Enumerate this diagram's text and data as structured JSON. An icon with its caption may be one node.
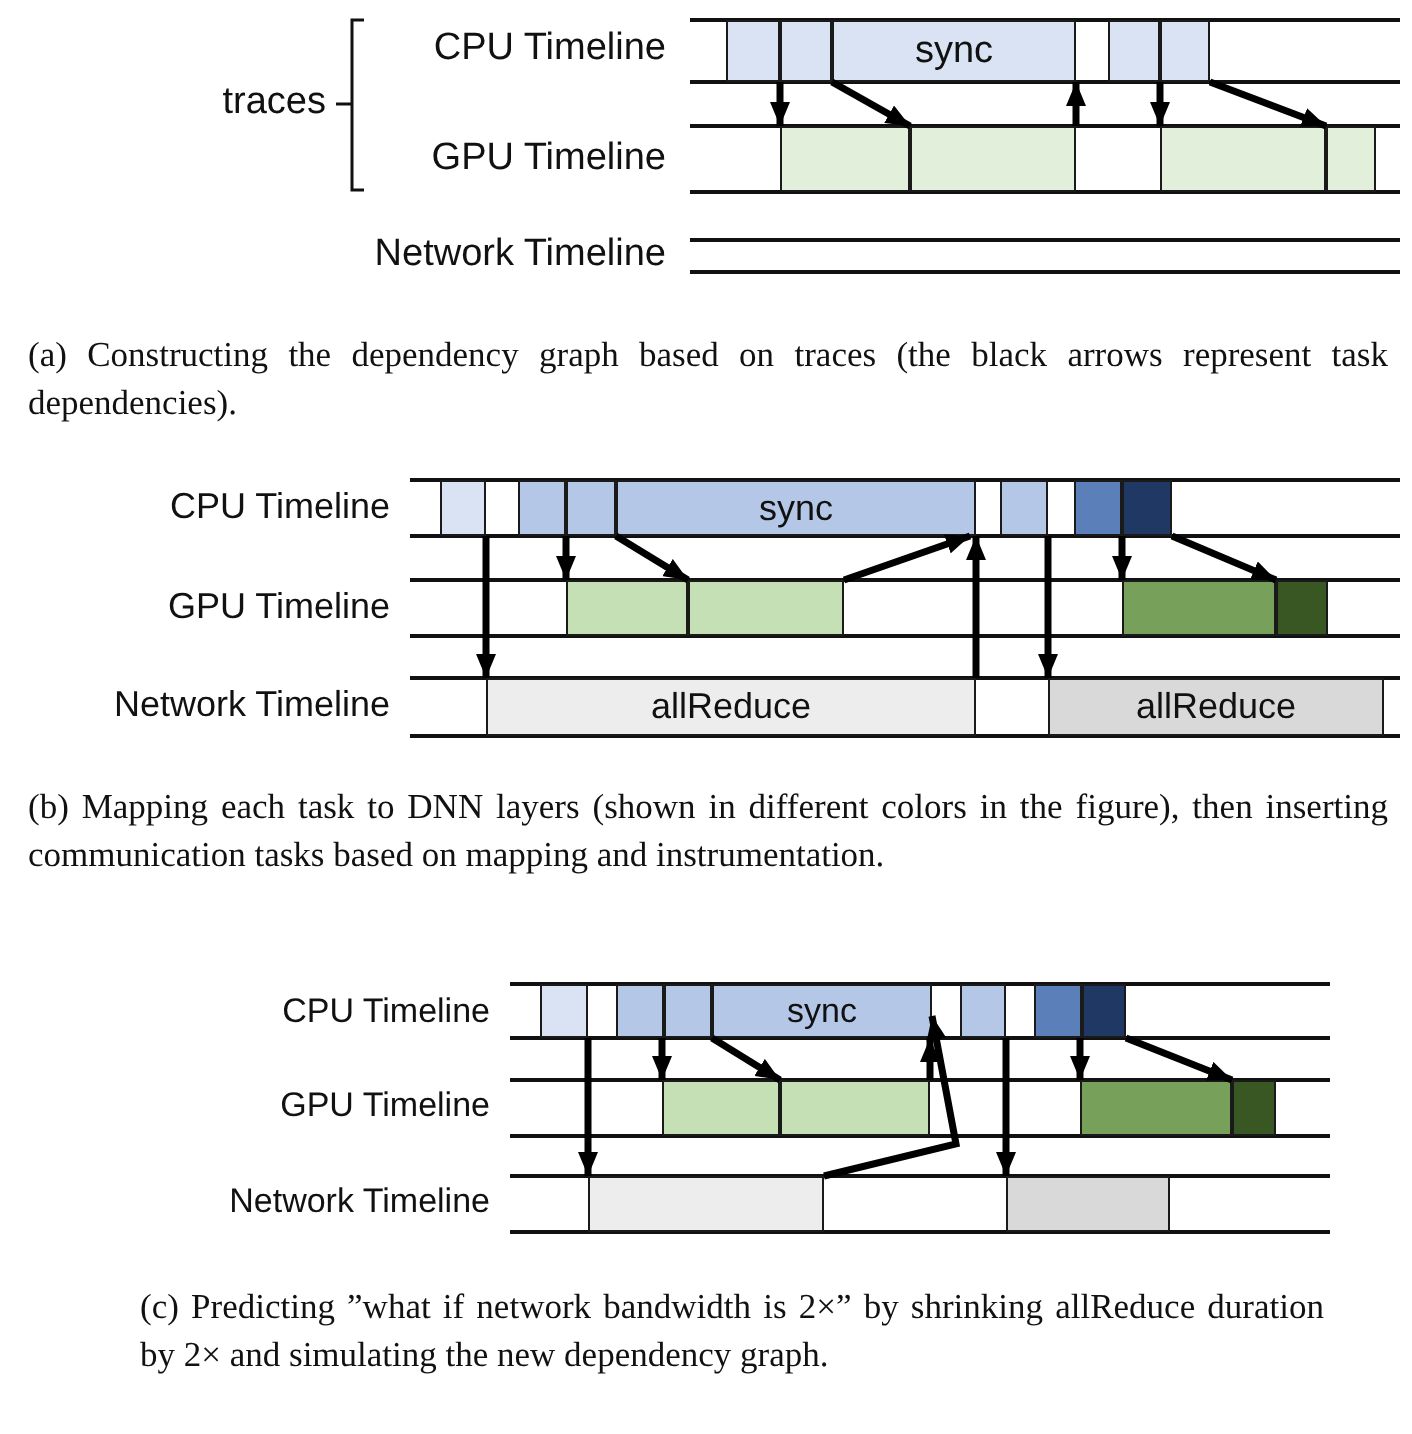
{
  "diagram": {
    "nodes": [
      {
        "text": [],
        "shape": "box"
      },
      {
        "text": [],
        "shape": "box"
      },
      {
        "text": [
          "sync"
        ]
      },
      {
        "text": [],
        "shape": "box"
      },
      {
        "text": [],
        "shape": "box"
      },
      {
        "text": [],
        "shape": "box"
      },
      {
        "text": [],
        "shape": "box"
      },
      {
        "text": [],
        "shape": "box"
      },
      {
        "text": [],
        "shape": "box"
      },
      {
        "text": [],
        "shape": "box"
      },
      {
        "text": [],
        "shape": "box"
      },
      {
        "text": [],
        "shape": "box"
      },
      {
        "text": [
          "sync"
        ]
      },
      {
        "text": [],
        "shape": "box"
      },
      {
        "text": [],
        "shape": "box"
      },
      {
        "text": [],
        "shape": "box"
      },
      {
        "text": [],
        "shape": "box"
      },
      {
        "text": [],
        "shape": "box"
      },
      {
        "text": [],
        "shape": "box"
      },
      {
        "text": [],
        "shape": "box"
      },
      {
        "text": [
          "allReduce"
        ]
      },
      {
        "text": [
          "allReduce"
        ]
      },
      {
        "text": [],
        "shape": "box"
      },
      {
        "text": [],
        "shape": "box"
      },
      {
        "text": [],
        "shape": "box"
      },
      {
        "text": [
          "sync"
        ]
      },
      {
        "text": [],
        "shape": "box"
      },
      {
        "text": [],
        "shape": "box"
      },
      {
        "text": [],
        "shape": "box"
      },
      {
        "text": [],
        "shape": "box"
      },
      {
        "text": [],
        "shape": "box"
      },
      {
        "text": [],
        "shape": "box"
      },
      {
        "text": [],
        "shape": "box"
      },
      {
        "text": [],
        "shape": "box"
      },
      {
        "text": [],
        "shape": "box"
      }
    ],
    "edges": [
      {
        "from": 0,
        "to": 5,
        "arrow": "to"
      },
      {
        "from": 1,
        "to": 6,
        "arrow": "to"
      },
      {
        "from": 6,
        "to": 2,
        "arrow": "to"
      },
      {
        "from": 3,
        "to": 7,
        "arrow": "to"
      },
      {
        "from": 4,
        "to": 8,
        "arrow": "to"
      },
      {
        "from": 9,
        "to": 20,
        "arrow": "to"
      },
      {
        "from": 10,
        "to": 16,
        "arrow": "to"
      },
      {
        "from": 11,
        "to": 17,
        "arrow": "to"
      },
      {
        "from": 17,
        "to": 12,
        "arrow": "to"
      },
      {
        "from": 20,
        "to": 12,
        "arrow": "to"
      },
      {
        "from": 13,
        "to": 21,
        "arrow": "to"
      },
      {
        "from": 14,
        "to": 18,
        "arrow": "to"
      },
      {
        "from": 15,
        "to": 19,
        "arrow": "to"
      },
      {
        "from": 22,
        "to": 33,
        "arrow": "to"
      },
      {
        "from": 23,
        "to": 29,
        "arrow": "to"
      },
      {
        "from": 24,
        "to": 30,
        "arrow": "to"
      },
      {
        "from": 33,
        "to": 25,
        "arrow": "to"
      },
      {
        "from": 30,
        "to": 25,
        "arrow": "to"
      },
      {
        "from": 26,
        "to": 34,
        "arrow": "to"
      },
      {
        "from": 27,
        "to": 31,
        "arrow": "to"
      },
      {
        "from": 28,
        "to": 32,
        "arrow": "to"
      }
    ],
    "labels": [
      "CPU Timeline",
      "traces",
      "GPU Timeline",
      "Network Timeline",
      "(a) Constructing the dependency graph based on traces (the black arrows represent task dependencies).",
      "CPU Timeline",
      "GPU Timeline",
      "Network Timeline",
      "(b) Mapping each task to DNN layers (shown in different colors in the figure), then inserting communication tasks based on mapping and instrumentation.",
      "CPU Timeline",
      "GPU Timeline",
      "Network Timeline",
      "(c) Predicting ”what if network bandwidth is 2×” by shrinking allReduce duration by 2× and simulating the new dependency graph."
    ]
  }
}
